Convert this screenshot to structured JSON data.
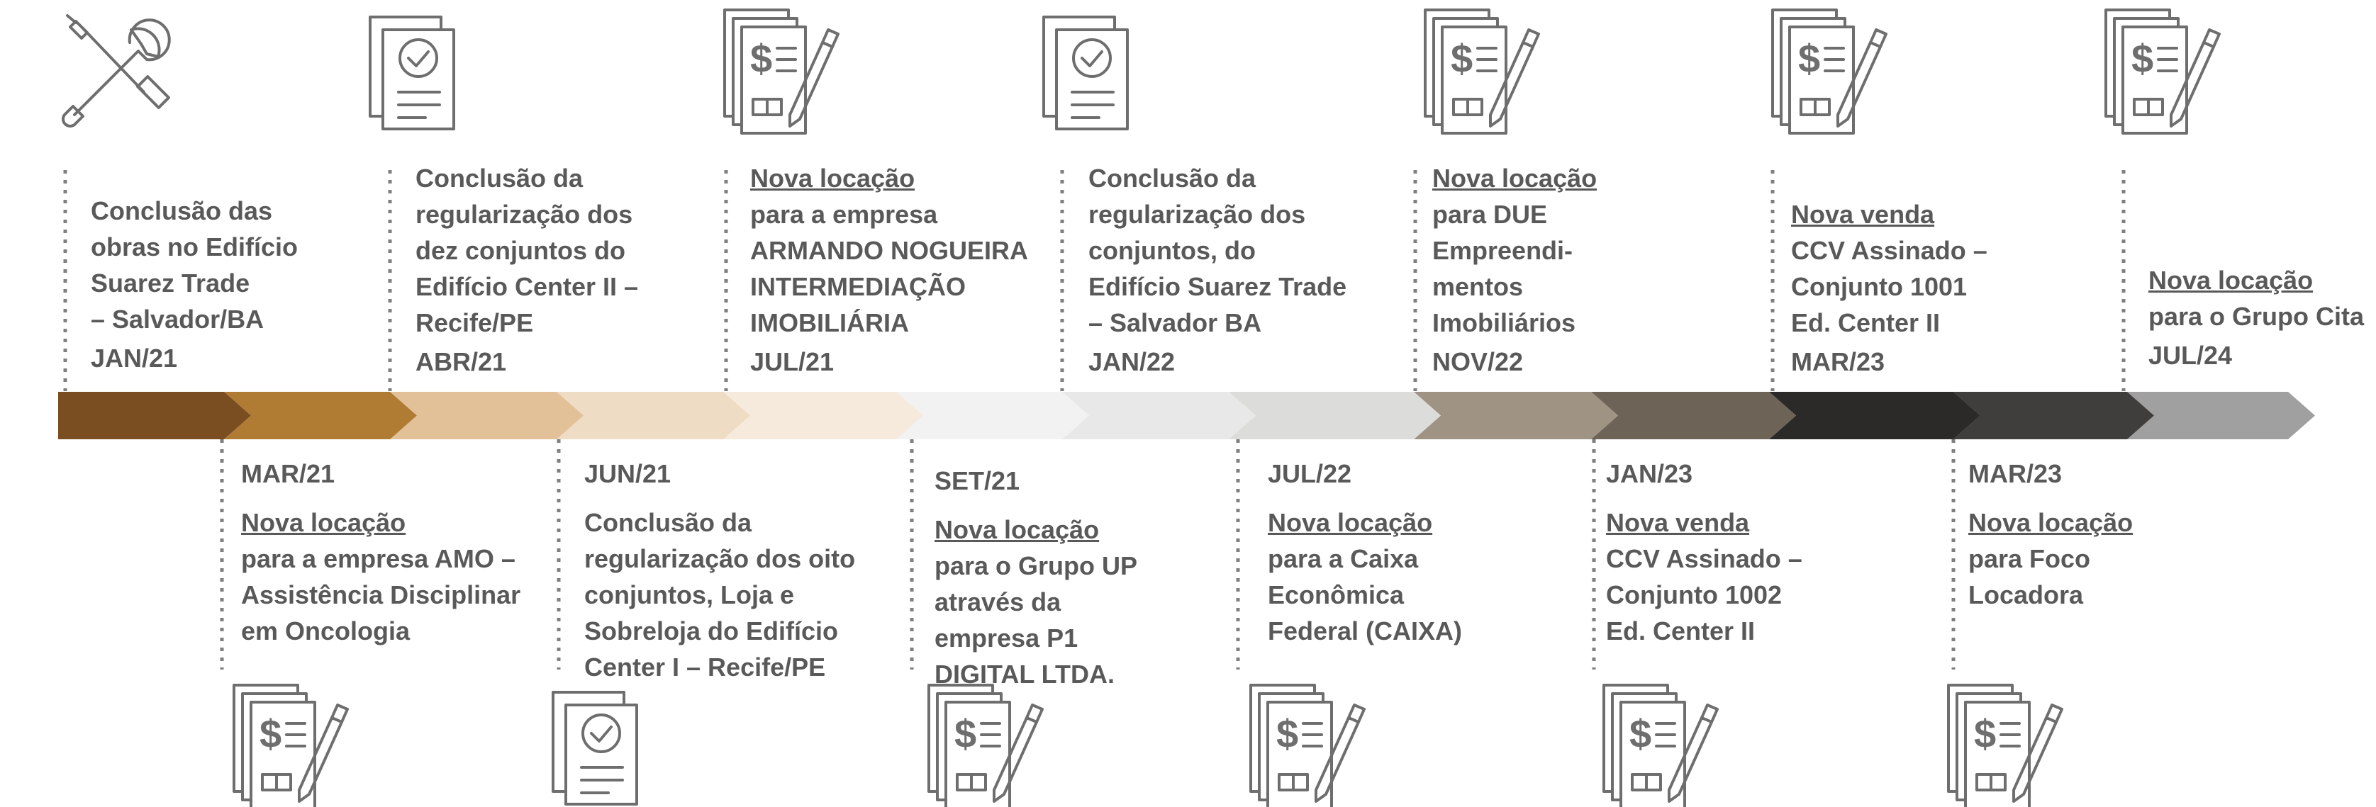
{
  "segment_colors": [
    "#7a4e21",
    "#b07c34",
    "#e3c198",
    "#efdcc4",
    "#f5eadb",
    "#f2f2f2",
    "#e8e8e8",
    "#dcdcdb",
    "#9f9384",
    "#6d6457",
    "#2c2a28",
    "#3f3e3c",
    "#a0a0a0"
  ],
  "text_color": "#595959",
  "events": [
    {
      "id": "jan21",
      "position": "above",
      "icon": "tools-icon",
      "head": "",
      "body": "Conclusão das\nobras no Edifício\nSuarez Trade\n– Salvador/BA",
      "date": "JAN/21"
    },
    {
      "id": "mar21",
      "position": "below",
      "icon": "contract-icon",
      "head": "Nova locação",
      "body": "para a empresa AMO –\nAssistência Disciplinar\nem Oncologia",
      "date": "MAR/21"
    },
    {
      "id": "abr21",
      "position": "above",
      "icon": "approved-document-icon",
      "head": "",
      "body": "Conclusão da\nregularização dos\ndez conjuntos do\nEdifício Center II –\nRecife/PE",
      "date": "ABR/21"
    },
    {
      "id": "jun21",
      "position": "below",
      "icon": "approved-document-icon",
      "head": "",
      "body": "Conclusão da\nregularização dos oito\nconjuntos, Loja e\nSobreloja do Edifício\nCenter I – Recife/PE",
      "date": "JUN/21"
    },
    {
      "id": "jul21",
      "position": "above",
      "icon": "contract-icon",
      "head": "Nova locação",
      "body": "para a empresa\nARMANDO NOGUEIRA\nINTERMEDIAÇÃO\nIMOBILIÁRIA",
      "date": "JUL/21"
    },
    {
      "id": "set21",
      "position": "below",
      "icon": "contract-icon",
      "head": "Nova locação",
      "body": "para o Grupo UP\natravés da\nempresa P1\nDIGITAL LTDA.",
      "date": "SET/21"
    },
    {
      "id": "jan22",
      "position": "above",
      "icon": "approved-document-icon",
      "head": "",
      "body": "Conclusão da\nregularização dos\nconjuntos,  do\nEdifício Suarez Trade\n– Salvador BA",
      "date": "JAN/22"
    },
    {
      "id": "jul22",
      "position": "below",
      "icon": "contract-icon",
      "head": "Nova locação",
      "body": "para a Caixa\nEconômica\nFederal (CAIXA)",
      "date": "JUL/22"
    },
    {
      "id": "nov22",
      "position": "above",
      "icon": "contract-icon",
      "head": "Nova locação",
      "body": "para DUE\nEmpreendi-\nmentos\nImobiliários",
      "date": "NOV/22"
    },
    {
      "id": "jan23",
      "position": "below",
      "icon": "contract-icon",
      "head": "Nova venda",
      "body": "CCV Assinado –\nConjunto 1002\nEd. Center II",
      "date": "JAN/23"
    },
    {
      "id": "mar23a",
      "position": "above",
      "icon": "contract-icon",
      "head": "Nova venda",
      "body": "CCV Assinado –\nConjunto 1001\nEd. Center II",
      "date": "MAR/23"
    },
    {
      "id": "mar23b",
      "position": "below",
      "icon": "contract-icon",
      "head": "Nova locação",
      "body": "para Foco\nLocadora",
      "date": "MAR/23"
    },
    {
      "id": "jul24",
      "position": "above",
      "icon": "contract-icon",
      "head": "Nova locação",
      "body": "para o Grupo Cita",
      "date": "JUL/24"
    }
  ]
}
